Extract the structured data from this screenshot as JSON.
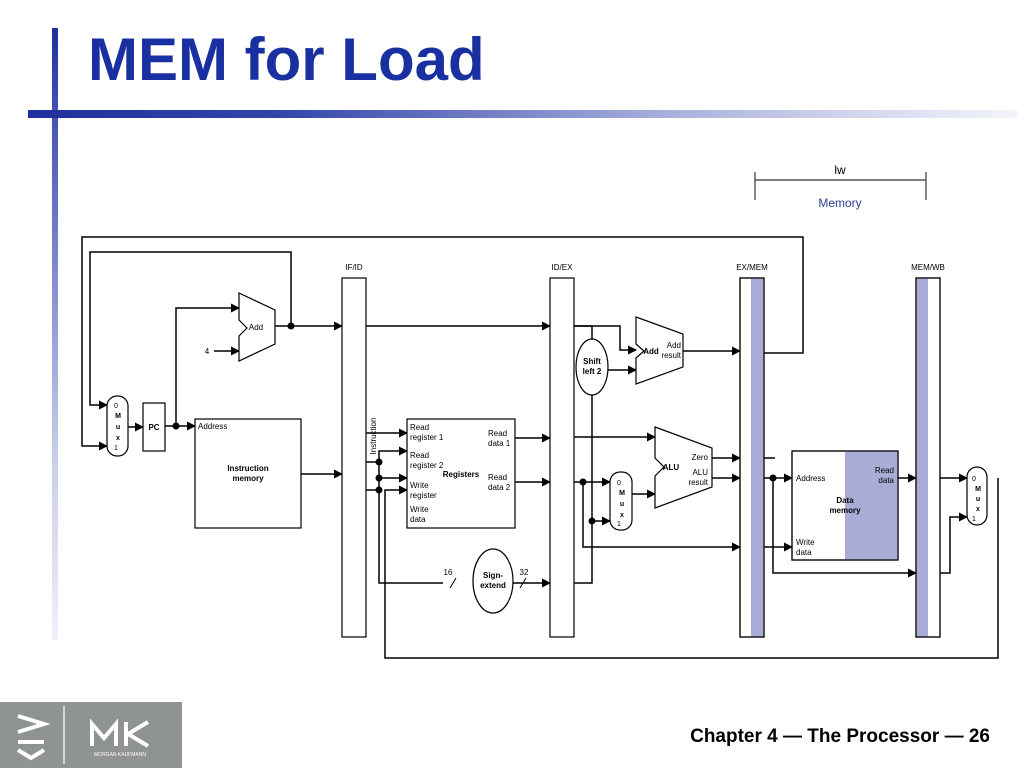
{
  "slide": {
    "title": "MEM for Load",
    "footer": "Chapter 4 — The Processor — 26"
  },
  "logo": {
    "icon": "mk-morgan-kaufmann-logo",
    "text": "MORGAN KAUFMANN"
  },
  "stage_bracket": {
    "instruction": "lw",
    "stage": "Memory"
  },
  "pipeline_registers": {
    "if_id": "IF/ID",
    "id_ex": "ID/EX",
    "ex_mem": "EX/MEM",
    "mem_wb": "MEM/WB"
  },
  "units": {
    "pc": "PC",
    "mux_pc": {
      "top": "0",
      "m": "M",
      "u": "u",
      "x": "x",
      "bottom": "1"
    },
    "mux_alu": {
      "top": "0",
      "m": "M",
      "u": "u",
      "x": "x",
      "bottom": "1"
    },
    "mux_wb": {
      "top": "0",
      "m": "M",
      "u": "u",
      "x": "x",
      "bottom": "1"
    },
    "add_pc": "Add",
    "const_four": "4",
    "instr_mem": {
      "address": "Address",
      "name_line1": "Instruction",
      "name_line2": "memory"
    },
    "instruction_label": "Instruction",
    "registers": {
      "read_reg1_a": "Read",
      "read_reg1_b": "register 1",
      "read_reg2_a": "Read",
      "read_reg2_b": "register 2",
      "write_reg_a": "Write",
      "write_reg_b": "register",
      "write_data_a": "Write",
      "write_data_b": "data",
      "read_data1_a": "Read",
      "read_data1_b": "data 1",
      "read_data2_a": "Read",
      "read_data2_b": "data 2",
      "name": "Registers"
    },
    "shift": {
      "line1": "Shift",
      "line2": "left 2"
    },
    "add_branch": {
      "name": "Add",
      "result_a": "Add",
      "result_b": "result"
    },
    "alu": {
      "name": "ALU",
      "zero": "Zero",
      "result_a": "ALU",
      "result_b": "result"
    },
    "sign_extend": {
      "line1": "Sign-",
      "line2": "extend",
      "in_width": "16",
      "out_width": "32"
    },
    "data_mem": {
      "address": "Address",
      "read_a": "Read",
      "read_b": "data",
      "name_line1": "Data",
      "name_line2": "memory",
      "write_a": "Write",
      "write_b": "data"
    }
  }
}
